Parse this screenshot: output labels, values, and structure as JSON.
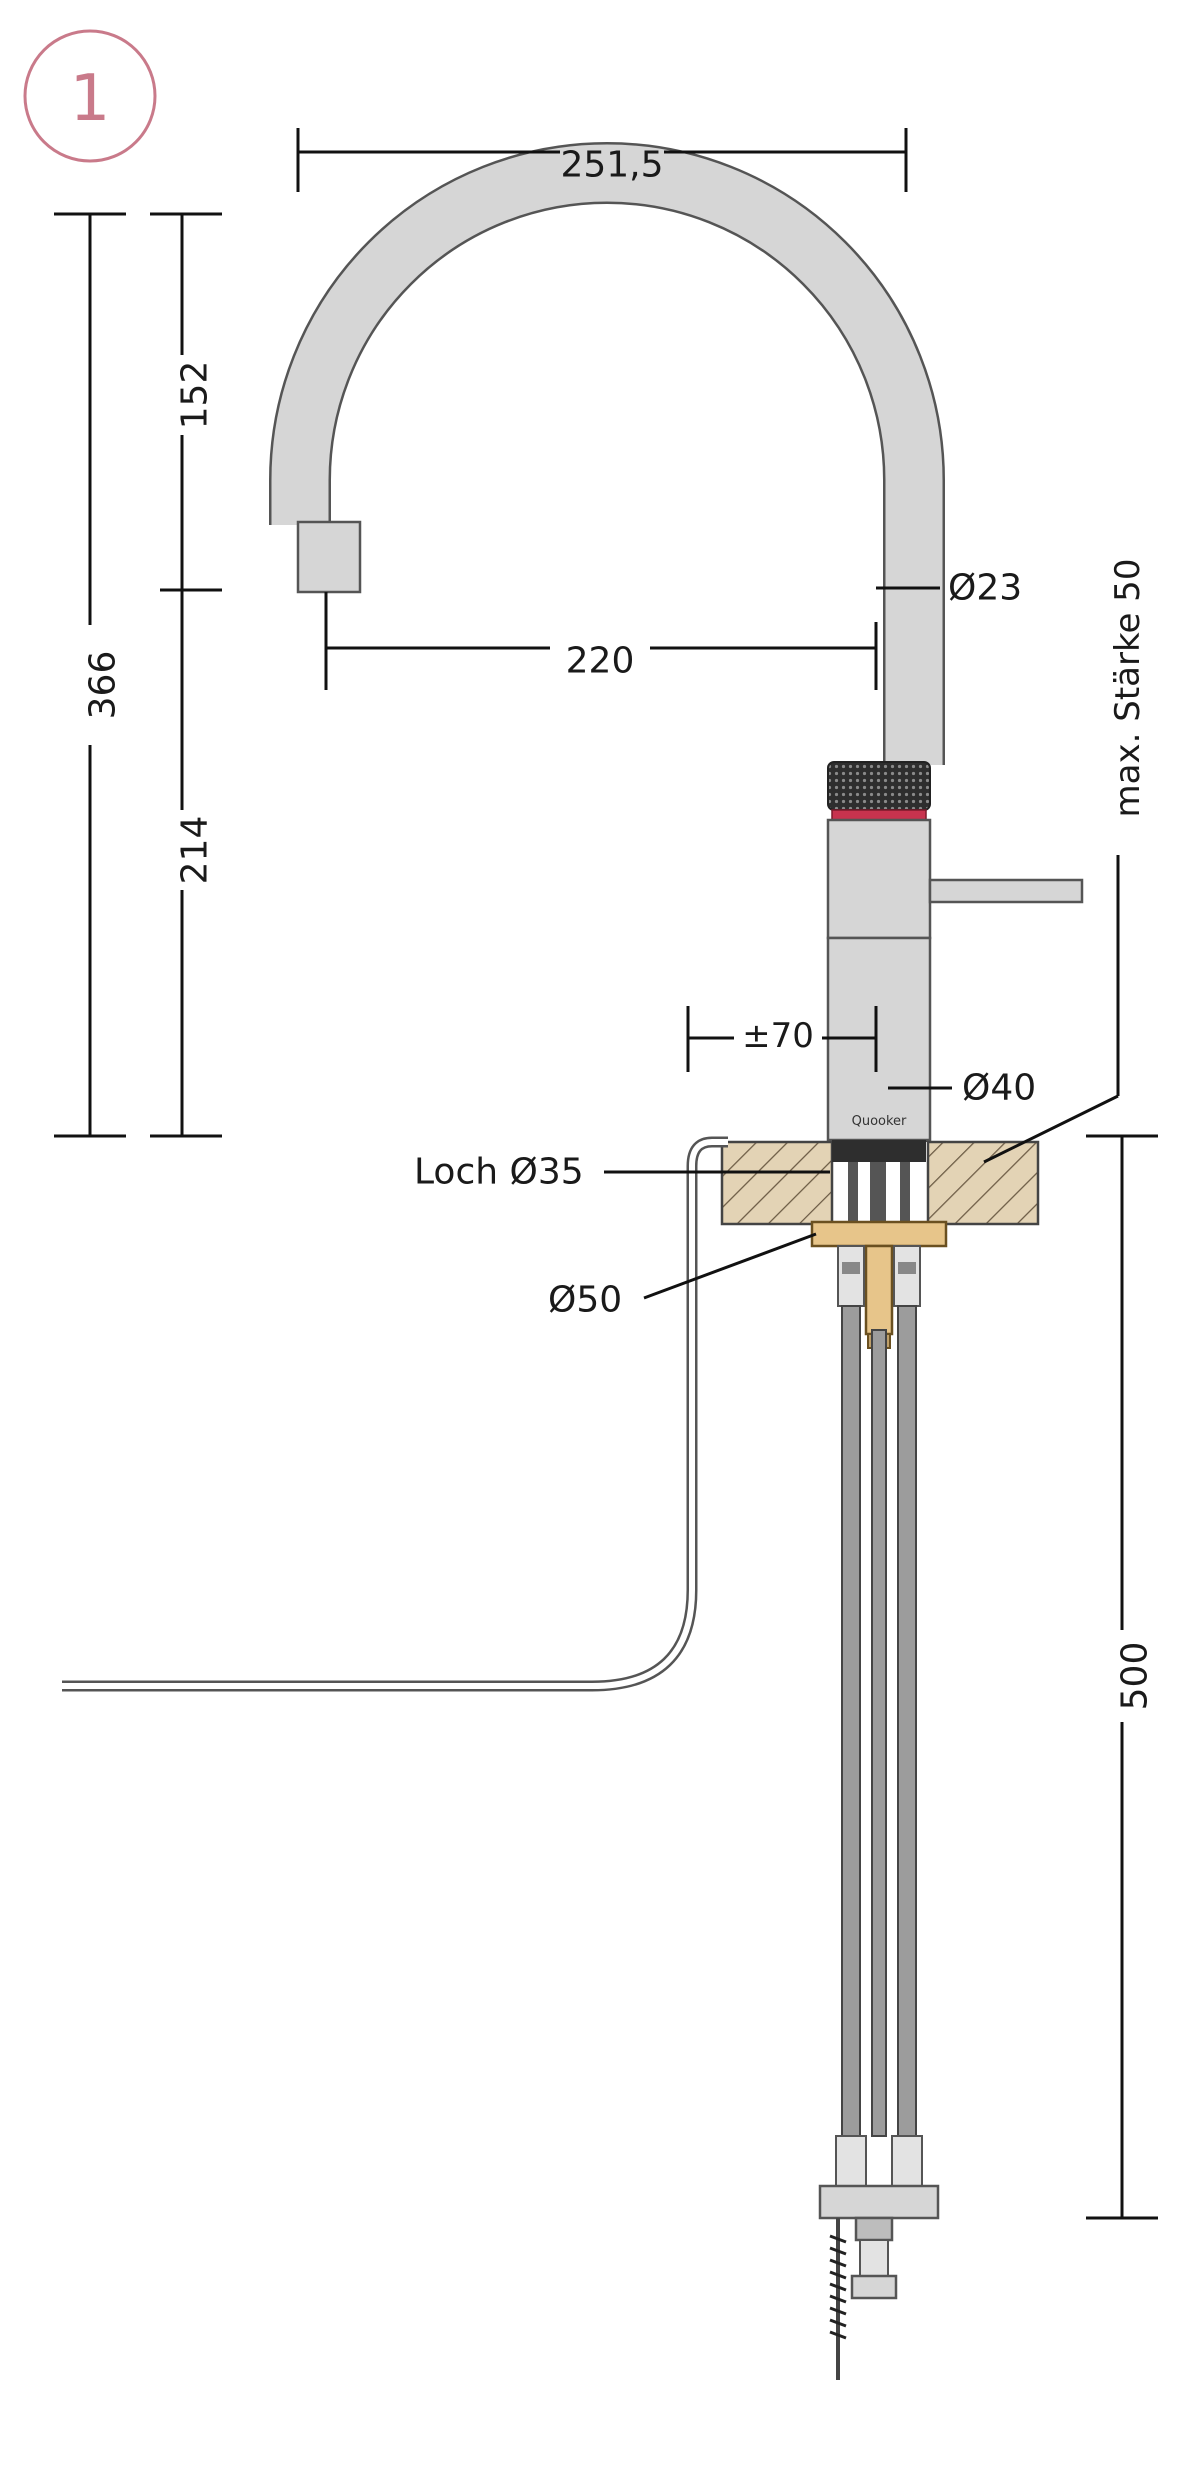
{
  "figure_number": "1",
  "logo_text": "Quooker",
  "dimensions": {
    "total_width": "251,5",
    "spout_reach": "220",
    "total_height": "366",
    "upper_height": "152",
    "lower_height": "214",
    "spout_diameter": "Ø23",
    "body_diameter": "Ø40",
    "offset": "±70",
    "hole": "Loch Ø35",
    "ring_diameter": "Ø50",
    "max_thickness": "max. Stärke 50",
    "hose_length": "500"
  },
  "colors": {
    "badge": "#c97a8a",
    "accent_ring": "#c8334e",
    "wood": "#e3d3b5",
    "brass": "#e7c58a"
  }
}
